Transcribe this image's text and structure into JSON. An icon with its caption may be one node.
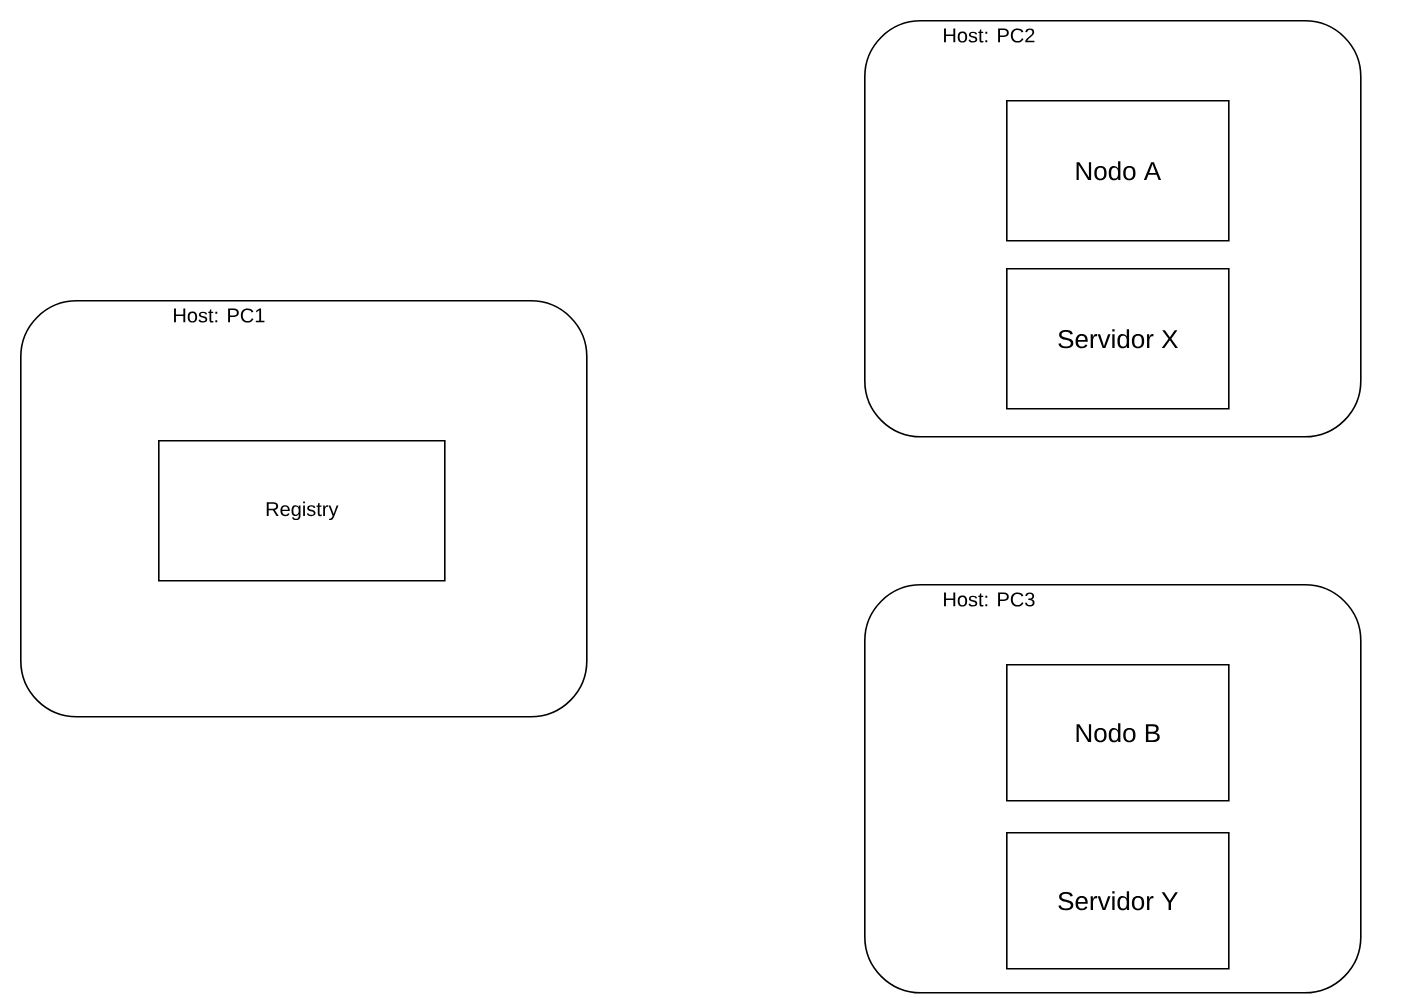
{
  "diagram": {
    "nodes": [
      {
        "text": [
          "Host: PC1"
        ]
      },
      {
        "text": [
          "Registry"
        ],
        "in": 0
      },
      {
        "text": [
          "Host: PC2"
        ]
      },
      {
        "text": [
          "Nodo A"
        ],
        "in": 2
      },
      {
        "text": [
          "Servidor X"
        ],
        "in": 2
      },
      {
        "text": [
          "Host: PC3"
        ]
      },
      {
        "text": [
          "Nodo B"
        ],
        "in": 5
      },
      {
        "text": [
          "Servidor Y"
        ],
        "in": 5
      }
    ]
  }
}
